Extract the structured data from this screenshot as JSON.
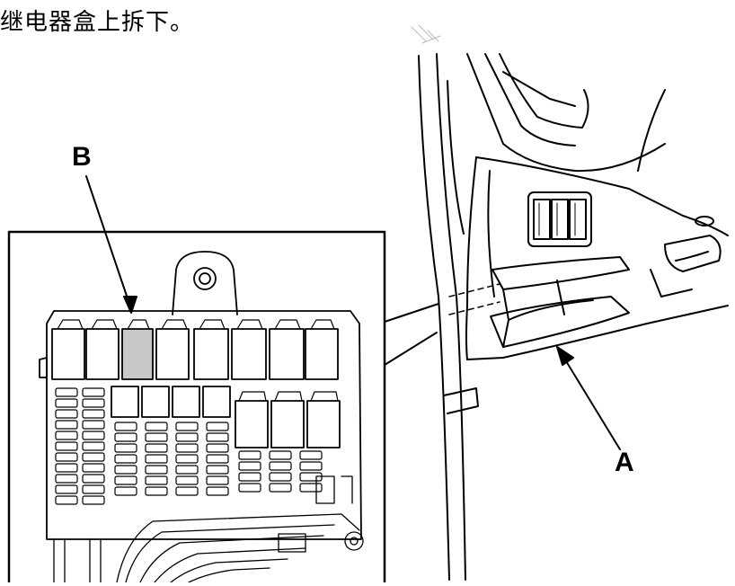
{
  "caption": "继电器盒上拆下。",
  "callouts": {
    "a": "A",
    "b": "B"
  },
  "colors": {
    "line": "#000000",
    "highlight": "#c8c8c8",
    "background": "#ffffff"
  }
}
